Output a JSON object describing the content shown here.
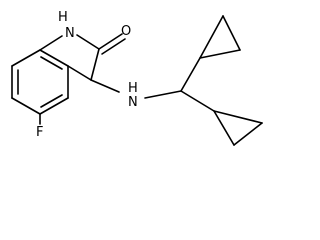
{
  "atoms": {
    "nh_ring": "H",
    "n_ring": "N",
    "oxygen": "O",
    "nh_amine": "H",
    "n_amine": "N",
    "fluorine": "F"
  },
  "colors": {
    "bond": "#000000",
    "background": "#ffffff"
  }
}
